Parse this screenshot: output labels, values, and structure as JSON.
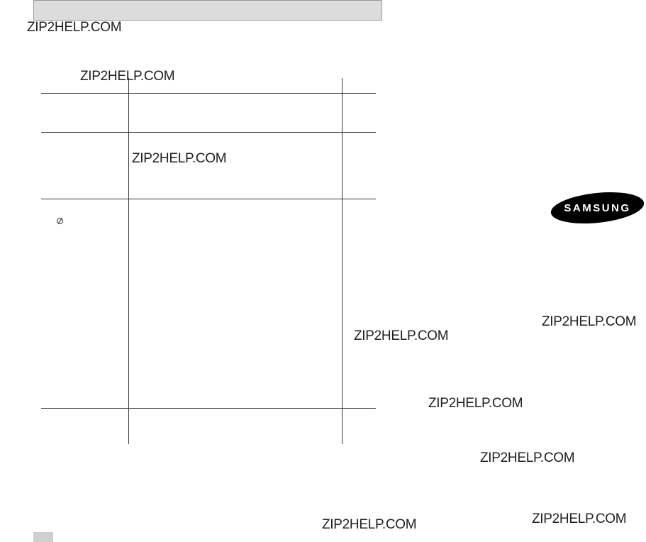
{
  "header": {},
  "watermarks": [
    "ZIP2HELP.COM",
    "ZIP2HELP.COM",
    "ZIP2HELP.COM",
    "ZIP2HELP.COM",
    "ZIP2HELP.COM",
    "ZIP2HELP.COM",
    "ZIP2HELP.COM",
    "ZIP2HELP.COM",
    "ZIP2HELP.COM"
  ],
  "logo": {
    "brand_text": "SAMSUNG",
    "fill_color": "#000000",
    "text_color": "#ffffff"
  },
  "icons": {
    "bullet": "circled-slash-icon"
  },
  "colors": {
    "header_bar": "#dcdcdc",
    "rules": "#333333",
    "page_tab": "#cfcfcf"
  }
}
